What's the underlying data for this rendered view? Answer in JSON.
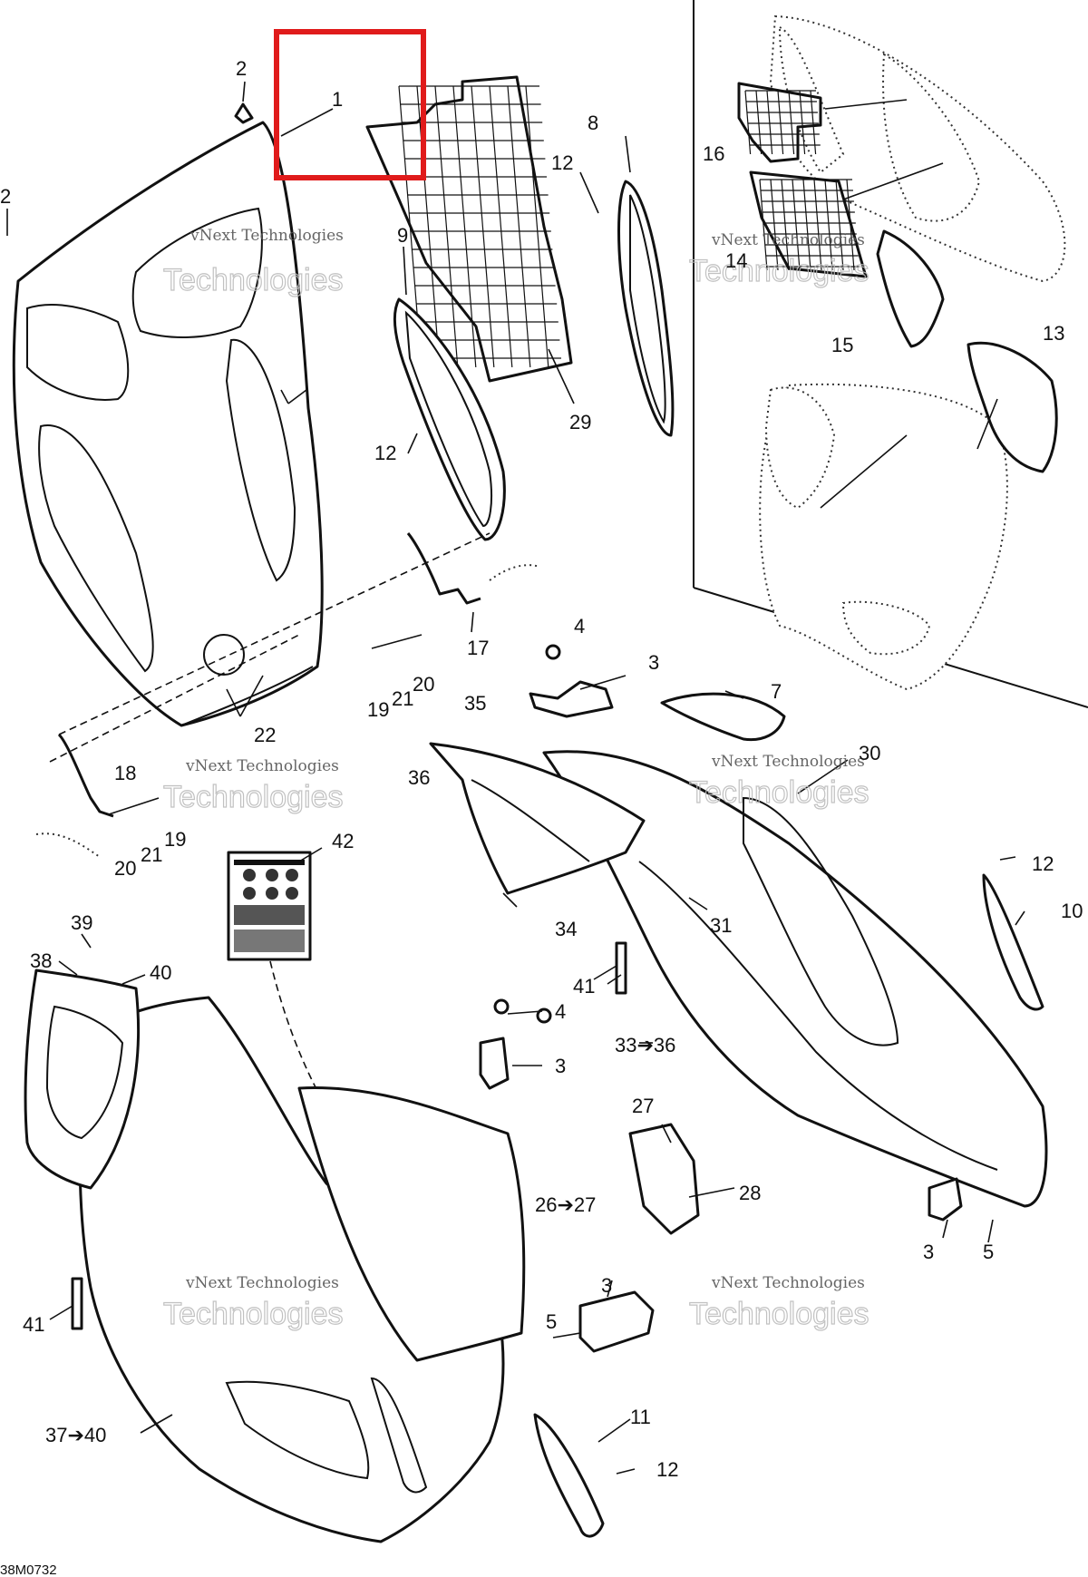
{
  "drawing_code": "38M0732",
  "watermark": [
    "vNext Technologies",
    "vNext",
    "Technologies"
  ],
  "highlight_color": "#e01b1b",
  "callouts": [
    {
      "id": "c1",
      "text": "1"
    },
    {
      "id": "c2a",
      "text": "2"
    },
    {
      "id": "c2b",
      "text": "2"
    },
    {
      "id": "c3a",
      "text": "3"
    },
    {
      "id": "c3b",
      "text": "3"
    },
    {
      "id": "c3c",
      "text": "3"
    },
    {
      "id": "c3d",
      "text": "3"
    },
    {
      "id": "c4a",
      "text": "4"
    },
    {
      "id": "c4b",
      "text": "4"
    },
    {
      "id": "c5a",
      "text": "5"
    },
    {
      "id": "c5b",
      "text": "5"
    },
    {
      "id": "c7",
      "text": "7"
    },
    {
      "id": "c8",
      "text": "8"
    },
    {
      "id": "c9",
      "text": "9"
    },
    {
      "id": "c10",
      "text": "10"
    },
    {
      "id": "c11",
      "text": "11"
    },
    {
      "id": "c12a",
      "text": "12"
    },
    {
      "id": "c12b",
      "text": "12"
    },
    {
      "id": "c12c",
      "text": "12"
    },
    {
      "id": "c12d",
      "text": "12"
    },
    {
      "id": "c13",
      "text": "13"
    },
    {
      "id": "c14",
      "text": "14"
    },
    {
      "id": "c15",
      "text": "15"
    },
    {
      "id": "c16",
      "text": "16"
    },
    {
      "id": "c17",
      "text": "17"
    },
    {
      "id": "c18",
      "text": "18"
    },
    {
      "id": "c19a",
      "text": "19"
    },
    {
      "id": "c19b",
      "text": "19"
    },
    {
      "id": "c20a",
      "text": "20"
    },
    {
      "id": "c20b",
      "text": "20"
    },
    {
      "id": "c21a",
      "text": "21"
    },
    {
      "id": "c21b",
      "text": "21"
    },
    {
      "id": "c22",
      "text": "22"
    },
    {
      "id": "c26",
      "text": "26➔27"
    },
    {
      "id": "c27",
      "text": "27"
    },
    {
      "id": "c28",
      "text": "28"
    },
    {
      "id": "c29",
      "text": "29"
    },
    {
      "id": "c30",
      "text": "30"
    },
    {
      "id": "c31",
      "text": "31"
    },
    {
      "id": "c33",
      "text": "33➔36"
    },
    {
      "id": "c34",
      "text": "34"
    },
    {
      "id": "c35",
      "text": "35"
    },
    {
      "id": "c36",
      "text": "36"
    },
    {
      "id": "c37",
      "text": "37➔40"
    },
    {
      "id": "c38",
      "text": "38"
    },
    {
      "id": "c39",
      "text": "39"
    },
    {
      "id": "c40",
      "text": "40"
    },
    {
      "id": "c41a",
      "text": "41"
    },
    {
      "id": "c41b",
      "text": "41"
    },
    {
      "id": "c42",
      "text": "42"
    }
  ]
}
